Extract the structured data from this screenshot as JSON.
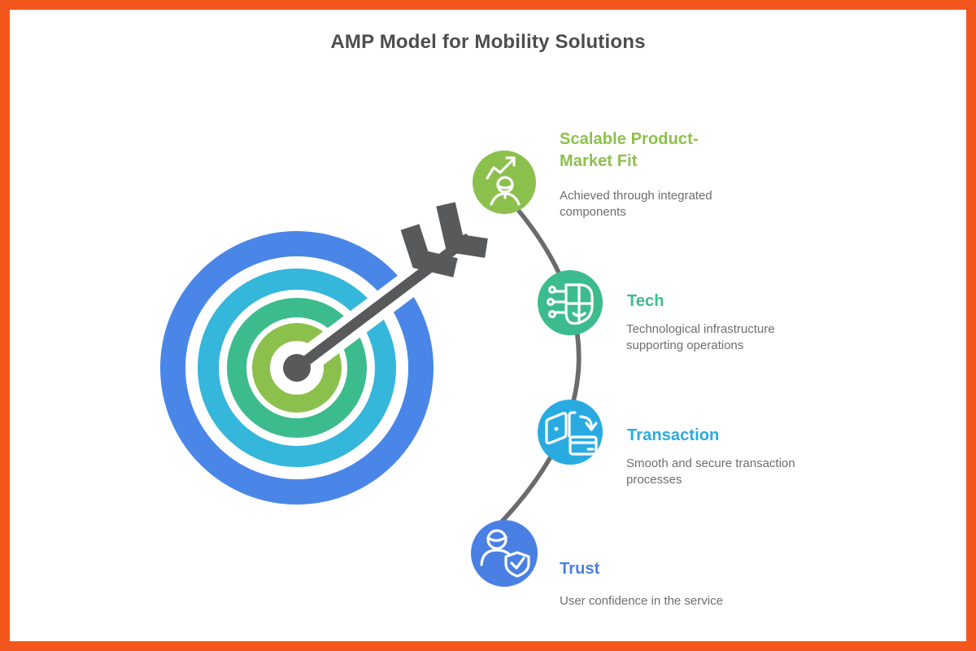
{
  "page": {
    "title": "AMP Model for Mobility Solutions",
    "frame_color": "#F3571D",
    "background_color": "#FFFFFF",
    "title_color": "#4D4D4F"
  },
  "target_graphic": {
    "kind": "bullseye-target-with-arrow",
    "ring_colors": {
      "outer_ring": "#4A86E8",
      "second_ring": "#35B6DB",
      "third_ring": "#3CBC8D",
      "inner_ring": "#8CC04C"
    },
    "arrow_color": "#58595B"
  },
  "connector": {
    "color": "#6B6B6B"
  },
  "nodes": [
    {
      "label": "Scalable Product-Market Fit",
      "description": "Achieved through integrated components",
      "color": "#8CC04C",
      "icon": "growth-person-icon"
    },
    {
      "label": "Tech",
      "description": "Technological infrastructure supporting operations",
      "color": "#3CBC8D",
      "icon": "circuit-shield-icon"
    },
    {
      "label": "Transaction",
      "description": "Smooth and secure transaction processes",
      "color": "#29ABE2",
      "icon": "wallet-card-icon"
    },
    {
      "label": "Trust",
      "description": "User confidence in the service",
      "color": "#4A7FE6",
      "icon": "user-shield-check-icon"
    }
  ]
}
